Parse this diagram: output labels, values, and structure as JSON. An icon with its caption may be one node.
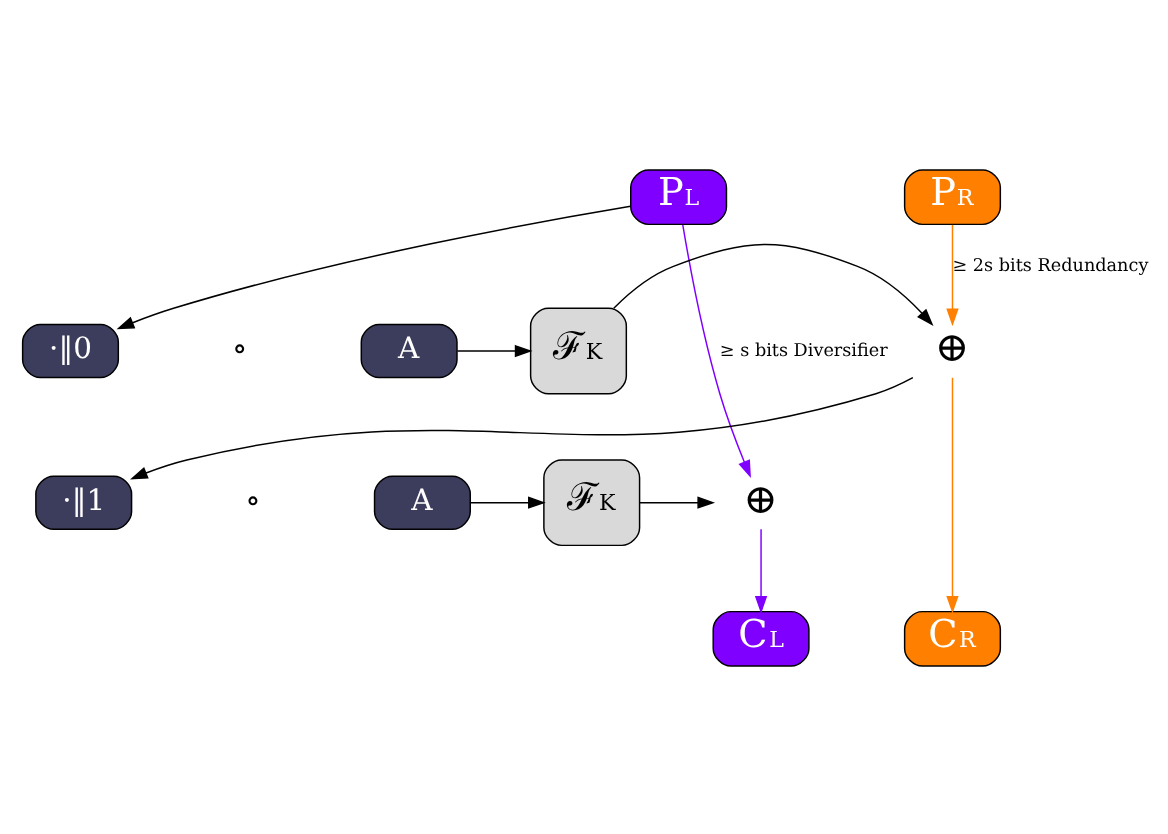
{
  "diagram": {
    "nodes": [
      {
        "text": [
          "P$_{L}$"
        ]
      },
      {
        "text": [
          "P$_{R}$"
        ]
      },
      {
        "text": [
          "·‖0"
        ]
      },
      {
        "text": [
          "A"
        ]
      },
      {
        "text": [
          "ℱ$_{K}$"
        ]
      },
      {
        "text": [
          "⊕"
        ]
      },
      {
        "text": [
          "·‖1"
        ]
      },
      {
        "text": [
          "A"
        ]
      },
      {
        "text": [
          "ℱ$_{K}$"
        ]
      },
      {
        "text": [
          "⊕"
        ]
      },
      {
        "text": [
          "C$_{R}$"
        ]
      },
      {
        "text": [
          "C$_{L}$"
        ]
      }
    ],
    "edges": [
      {
        "from": 0,
        "to": 2,
        "arrow": "to"
      },
      {
        "from": 3,
        "to": 4,
        "arrow": "to"
      },
      {
        "from": 4,
        "to": 5,
        "arrow": "to"
      },
      {
        "from": 1,
        "to": 5,
        "arrow": "to",
        "label": "≥ 2s bits Redundancy",
        "color": "#ff8000"
      },
      {
        "from": 0,
        "to": 9,
        "arrow": "to",
        "label": "≥ s bits Diversifier",
        "color": "#8000ff"
      },
      {
        "from": 5,
        "to": 10,
        "arrow": "to",
        "color": "#ff8000"
      },
      {
        "from": 5,
        "to": 6,
        "arrow": "to"
      },
      {
        "from": 7,
        "to": 8,
        "arrow": "to"
      },
      {
        "from": 8,
        "to": 9,
        "arrow": "to"
      },
      {
        "from": 9,
        "to": 11,
        "arrow": "to",
        "color": "#8000ff"
      }
    ],
    "labels": [
      "∘",
      "∘"
    ]
  }
}
